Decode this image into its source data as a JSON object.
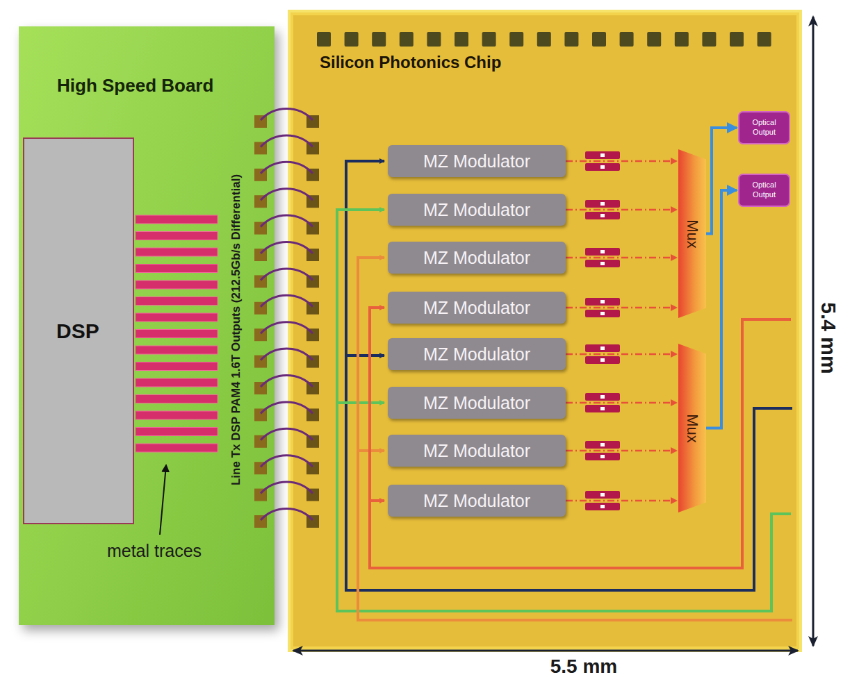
{
  "diagram": {
    "nodes": [
      {
        "text": [
          "High Speed Board"
        ]
      },
      {
        "text": [
          "DSP"
        ],
        "in": 0
      },
      {
        "text": [
          "Silicon Photonics Chip"
        ]
      },
      {
        "text": [
          "MZ Modulator"
        ],
        "in": 2
      },
      {
        "text": [
          "MZ Modulator"
        ],
        "in": 2
      },
      {
        "text": [
          "MZ Modulator"
        ],
        "in": 2
      },
      {
        "text": [
          "MZ Modulator"
        ],
        "in": 2
      },
      {
        "text": [
          "MZ Modulator"
        ],
        "in": 2
      },
      {
        "text": [
          "MZ Modulator"
        ],
        "in": 2
      },
      {
        "text": [
          "MZ Modulator"
        ],
        "in": 2
      },
      {
        "text": [
          "MZ Modulator"
        ],
        "in": 2
      },
      {
        "text": [
          "Mux"
        ],
        "in": 2
      },
      {
        "text": [
          "Mux"
        ],
        "in": 2
      },
      {
        "text": [
          "Optical Output"
        ],
        "in": 2
      },
      {
        "text": [
          "Optical Output"
        ],
        "in": 2
      }
    ],
    "edges": [
      {
        "from": 3,
        "to": 11,
        "arrow": "to"
      },
      {
        "from": 4,
        "to": 11,
        "arrow": "to"
      },
      {
        "from": 5,
        "to": 11,
        "arrow": "to"
      },
      {
        "from": 6,
        "to": 11,
        "arrow": "to"
      },
      {
        "from": 7,
        "to": 12,
        "arrow": "to"
      },
      {
        "from": 8,
        "to": 12,
        "arrow": "to"
      },
      {
        "from": 9,
        "to": 12,
        "arrow": "to"
      },
      {
        "from": 10,
        "to": 12,
        "arrow": "to"
      },
      {
        "from": 11,
        "to": 13,
        "arrow": "to"
      },
      {
        "from": 12,
        "to": 14,
        "arrow": "to"
      }
    ],
    "labels": [
      "Line Tx DSP PAM4 1.6T Outputs (212.5Gb/s Differential)",
      "metal traces",
      "5.4 mm",
      "5.5 mm"
    ]
  }
}
